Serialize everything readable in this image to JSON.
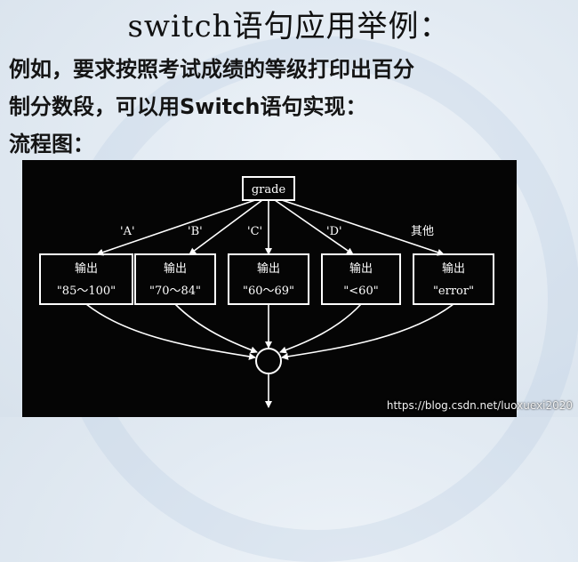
{
  "slide": {
    "title": "switch语句应用举例：",
    "line1": "例如，要求按照考试成绩的等级打印出百分",
    "line2": "制分数段，可以用Switch语句实现：",
    "line3": "流程图："
  },
  "diagram": {
    "start_node": "grade",
    "branch_labels": [
      "'A'",
      "'B'",
      "'C'",
      "'D'",
      "其他"
    ],
    "box_titles": [
      "输出",
      "输出",
      "输出",
      "输出",
      "输出"
    ],
    "box_values": [
      "\"85～100\"",
      "\"70～84\"",
      "\"60～69\"",
      "\"<60\"",
      "\"error\""
    ]
  },
  "watermark": "https://blog.csdn.net/luoxuexi2020",
  "colors": {
    "diagram_bg": "#050505",
    "diagram_fg": "#ffffff"
  }
}
